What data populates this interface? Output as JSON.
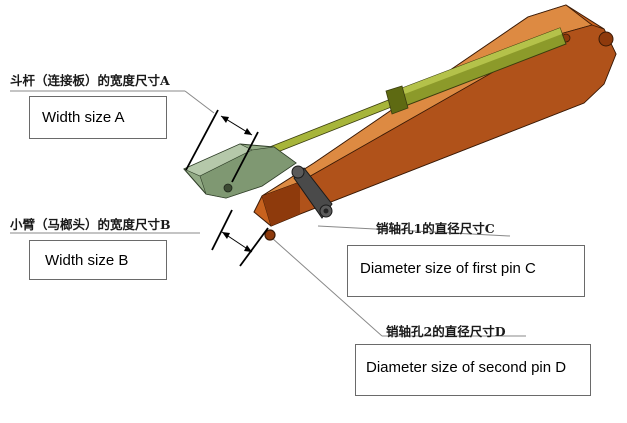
{
  "labels": {
    "a_cn": "斗杆（连接板）的宽度尺寸A",
    "a_en": "Width size A",
    "b_cn": "小臂（马榔头）的宽度尺寸B",
    "b_en": "Width size B",
    "c_cn": "销轴孔1的直径尺寸C",
    "c_en": "Diameter size of first pin C",
    "d_cn": "销轴孔2的直径尺寸D",
    "d_en": "Diameter size of second pin D"
  },
  "colors": {
    "arm_dark": "#a84a10",
    "arm_mid": "#c8621e",
    "arm_light": "#dd8a42",
    "cylinder": "#8c9a2a",
    "cylinder_dark": "#5e6a12",
    "plate": "#93ab86",
    "plate_dark": "#66805a",
    "link": "#4a4a4a"
  }
}
